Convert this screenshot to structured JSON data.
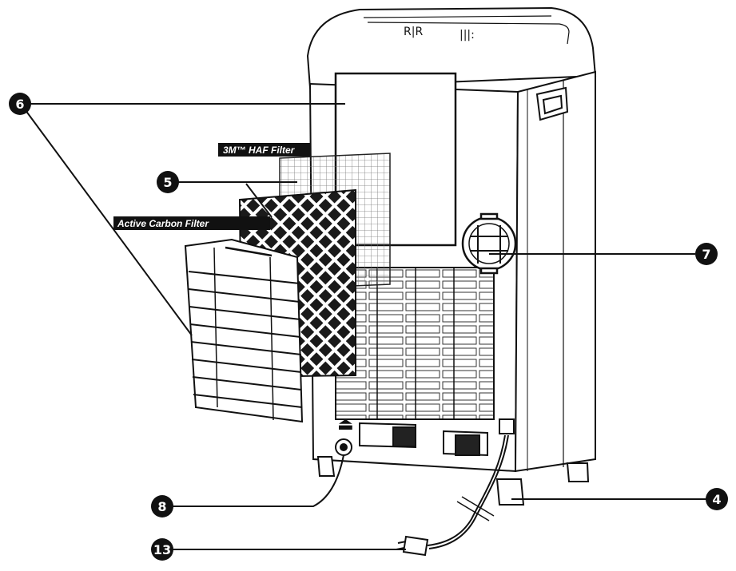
{
  "labels": {
    "haf_filter": "3M™ HAF Filter",
    "carbon_filter": "Active Carbon Filter"
  },
  "callouts": [
    {
      "id": "6",
      "text": "6"
    },
    {
      "id": "5",
      "text": "5"
    },
    {
      "id": "7",
      "text": "7"
    },
    {
      "id": "8",
      "text": "8"
    },
    {
      "id": "4",
      "text": "4"
    },
    {
      "id": "13",
      "text": "13"
    }
  ]
}
